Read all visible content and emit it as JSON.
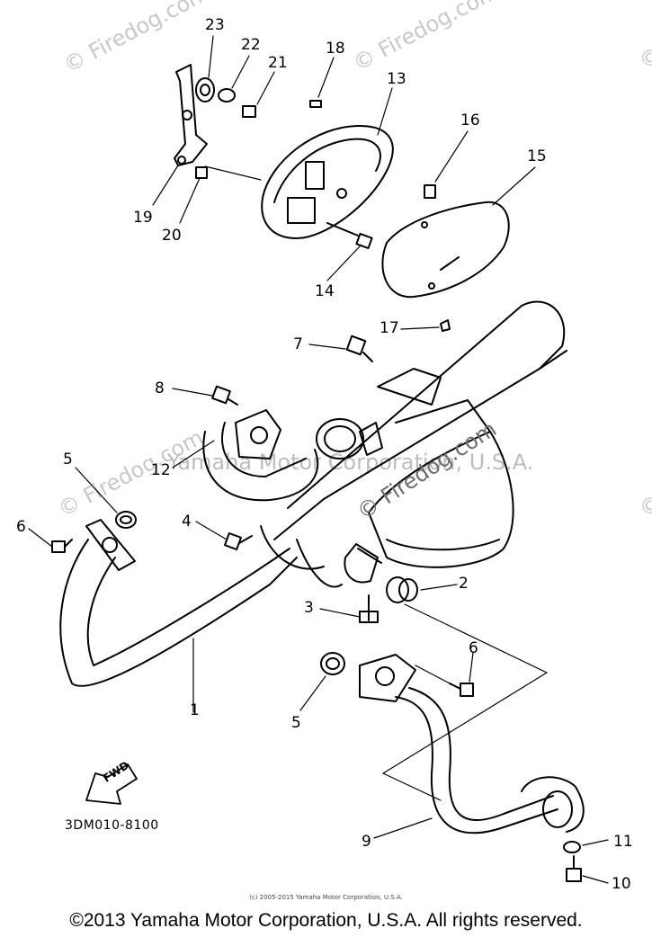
{
  "watermarks": {
    "brand": "© Firedog.com",
    "center": "Yamaha Motor Corporation, U.S.A.",
    "center_brand": "© Firedog.com"
  },
  "callouts": {
    "n1": "1",
    "n2": "2",
    "n3": "3",
    "n4": "4",
    "n5a": "5",
    "n5b": "5",
    "n6a": "6",
    "n6b": "6",
    "n7": "7",
    "n8": "8",
    "n9": "9",
    "n10": "10",
    "n11": "11",
    "n12": "12",
    "n13": "13",
    "n14": "14",
    "n15": "15",
    "n16": "16",
    "n17": "17",
    "n18": "18",
    "n19": "19",
    "n20": "20",
    "n21": "21",
    "n22": "22",
    "n23": "23"
  },
  "fwd_label": "FWD",
  "reference_code": "3DM010-8100",
  "small_copyright": "(c) 2005-2015 Yamaha Motor Corporation, U.S.A.",
  "copyright": "©2013 Yamaha Motor Corporation, U.S.A. All rights reserved."
}
